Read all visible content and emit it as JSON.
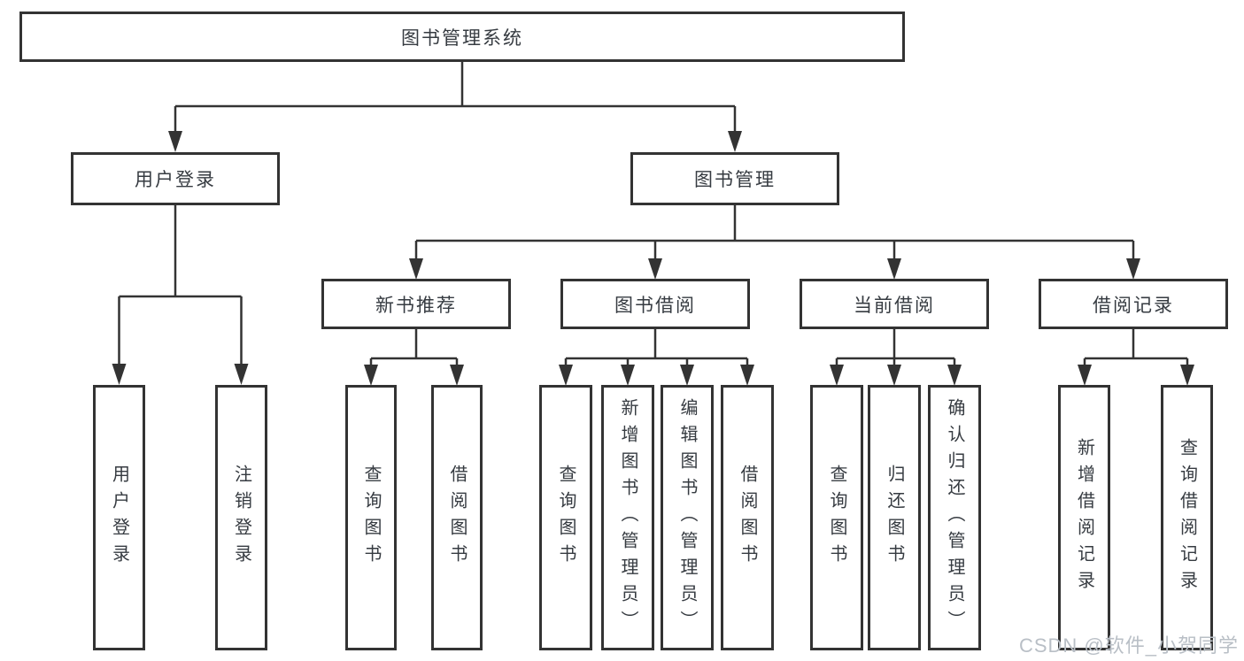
{
  "diagram_title": "图书管理系统",
  "tree": {
    "root": {
      "label": "图书管理系统"
    },
    "branches": [
      {
        "label": "用户登录",
        "leaves": [
          {
            "label": "用户登录"
          },
          {
            "label": "注销登录"
          }
        ]
      },
      {
        "label": "图书管理",
        "groups": [
          {
            "label": "新书推荐",
            "leaves": [
              {
                "label": "查询图书"
              },
              {
                "label": "借阅图书"
              }
            ]
          },
          {
            "label": "图书借阅",
            "leaves": [
              {
                "label": "查询图书"
              },
              {
                "label": "新增图书（管理员）"
              },
              {
                "label": "编辑图书（管理员）"
              },
              {
                "label": "借阅图书"
              }
            ]
          },
          {
            "label": "当前借阅",
            "leaves": [
              {
                "label": "查询图书"
              },
              {
                "label": "归还图书"
              },
              {
                "label": "确认归还（管理员）"
              }
            ]
          },
          {
            "label": "借阅记录",
            "leaves": [
              {
                "label": "新增借阅记录"
              },
              {
                "label": "查询借阅记录"
              }
            ]
          }
        ]
      }
    ]
  },
  "watermark": "CSDN @软件_小贺同学",
  "colors": {
    "line": "#333333",
    "box_border": "#333333",
    "text": "#363b41",
    "watermark": "#b9bfc6",
    "background": "#ffffff"
  }
}
